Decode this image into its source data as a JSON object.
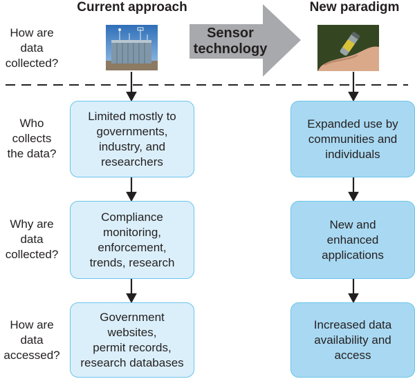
{
  "columns": {
    "current": "Current approach",
    "new": "New paradigm"
  },
  "transition_label": "Sensor\ntechnology",
  "questions": [
    "How are\ndata\ncollected?",
    "Who\ncollects\nthe data?",
    "Why are\ndata\ncollected?",
    "How are\ndata\naccessed?"
  ],
  "current_boxes": [
    "Limited mostly to\ngovernments,\nindustry, and\nresearchers",
    "Compliance\nmonitoring,\nenforcement,\ntrends, research",
    "Government\nwebsites,\npermit records,\nresearch databases"
  ],
  "new_boxes": [
    "Expanded use by\ncommunities and\nindividuals",
    "New and\nenhanced\napplications",
    "Increased data\navailability and\naccess"
  ],
  "colors": {
    "box_border": "#69c3ea",
    "current_fill": "#dbeffa",
    "new_fill": "#a9d9f2",
    "arrow_gray": "#a7a9ac"
  }
}
